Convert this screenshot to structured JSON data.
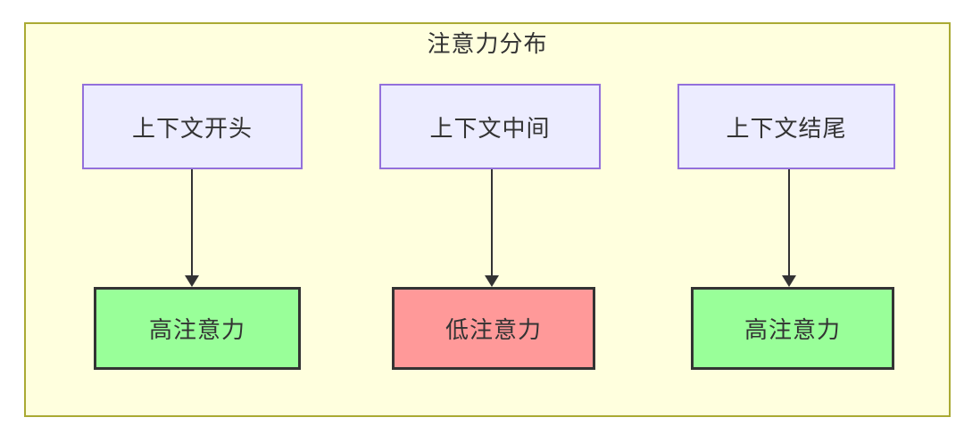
{
  "diagram": {
    "title": "注意力分布",
    "top_nodes": [
      {
        "label": "上下文开头"
      },
      {
        "label": "上下文中间"
      },
      {
        "label": "上下文结尾"
      }
    ],
    "bottom_nodes": [
      {
        "label": "高注意力",
        "level": "high"
      },
      {
        "label": "低注意力",
        "level": "low"
      },
      {
        "label": "高注意力",
        "level": "high"
      }
    ],
    "edges": [
      {
        "from": "上下文开头",
        "to": "高注意力"
      },
      {
        "from": "上下文中间",
        "to": "低注意力"
      },
      {
        "from": "上下文结尾",
        "to": "高注意力"
      }
    ],
    "colors": {
      "container_fill": "#ffffde",
      "container_stroke": "#aaaa33",
      "node_fill": "#ececff",
      "node_stroke": "#9370db",
      "high_fill": "#99ff99",
      "low_fill": "#ff9999",
      "result_stroke": "#333333",
      "arrow": "#333333",
      "text": "#333333"
    }
  }
}
